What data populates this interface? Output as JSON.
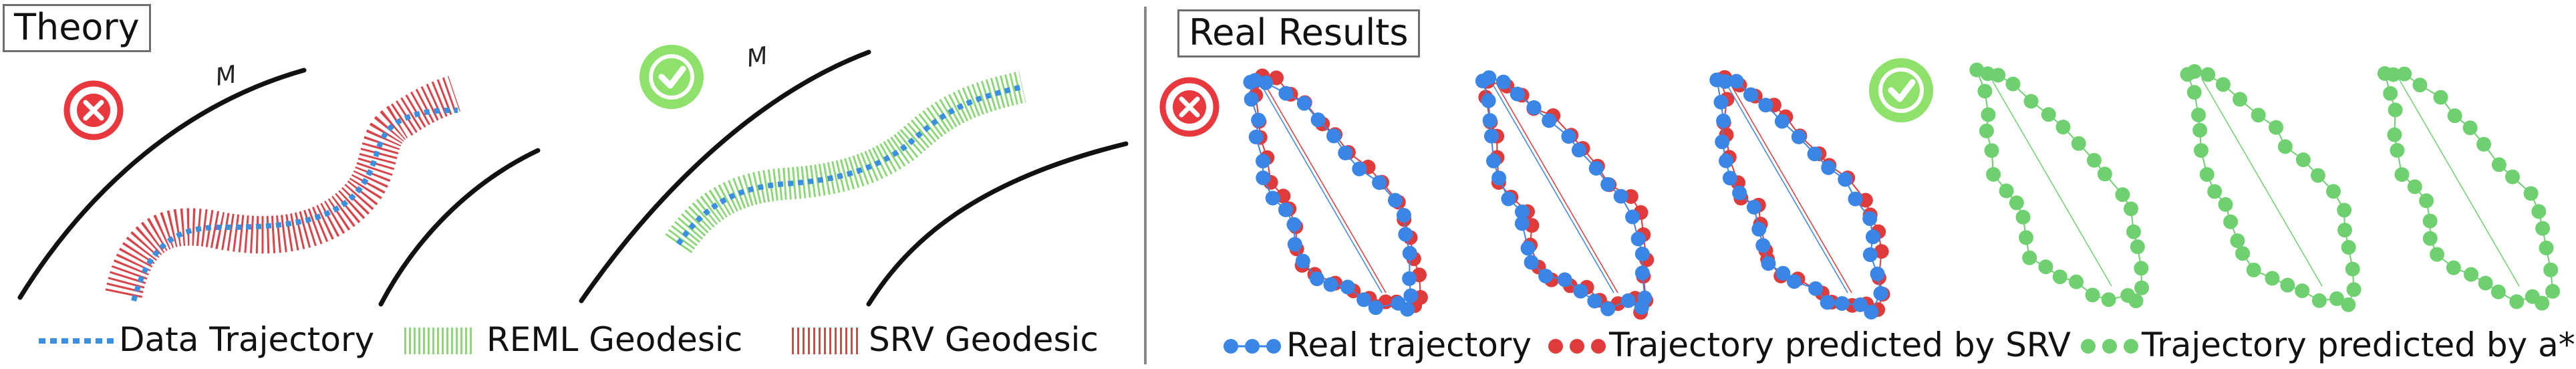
{
  "theory": {
    "title": "Theory",
    "manifold_label": "M",
    "legend": [
      {
        "label": "Data Trajectory",
        "style": "dotted",
        "color": "#3a8fe0"
      },
      {
        "label": "REML Geodesic",
        "style": "hatched",
        "color": "#8ed67a"
      },
      {
        "label": "SRV Geodesic",
        "style": "hatched",
        "color": "#d9444a"
      }
    ]
  },
  "real": {
    "title": "Real Results",
    "legend": [
      {
        "label": "Real trajectory",
        "color": "#3a86e6"
      },
      {
        "label": "Trajectory predicted by SRV",
        "color": "#e03b3b"
      },
      {
        "label": "Trajectory predicted by a*",
        "color": "#6fd06f"
      }
    ]
  },
  "colors": {
    "wrong": "#e8383d",
    "right": "#8ee26b",
    "blue": "#3a86e6",
    "red": "#e03b3b",
    "green": "#6fd06f"
  }
}
